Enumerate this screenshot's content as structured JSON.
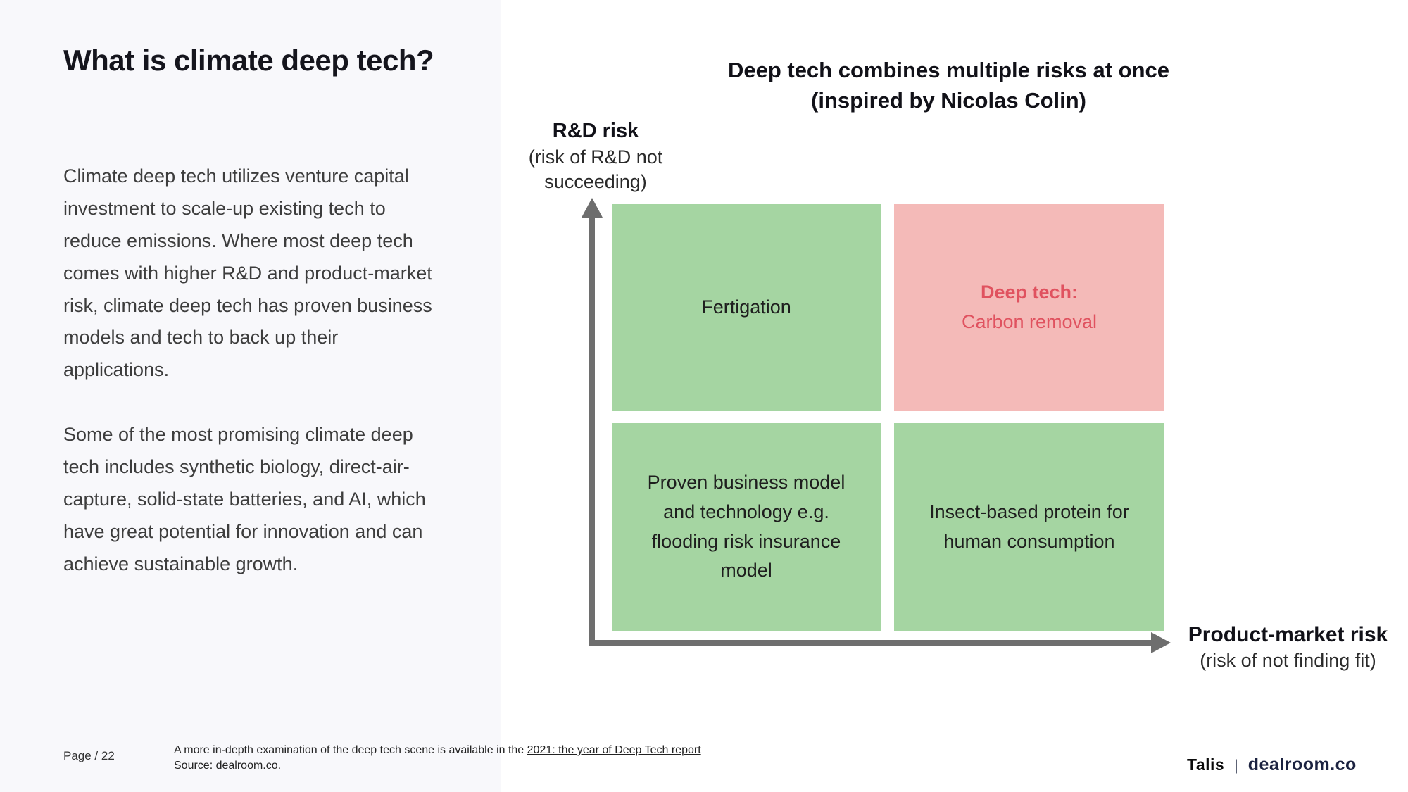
{
  "left_panel": {
    "title": "What is climate deep tech?",
    "paragraph1": "Climate deep tech utilizes venture capital investment to scale-up existing tech to reduce emissions. Where most deep tech comes with higher R&D and product-market risk, climate deep tech has proven business models and tech to back up their applications.",
    "paragraph2": "Some of the most promising climate deep tech includes synthetic biology, direct-air-capture, solid-state batteries, and AI, which have great potential for innovation and can achieve sustainable growth."
  },
  "chart": {
    "title_line1": "Deep tech combines multiple risks at once",
    "title_line2": "(inspired by Nicolas Colin)",
    "y_axis": {
      "label": "R&D risk",
      "sublabel": "(risk of R&D not succeeding)"
    },
    "x_axis": {
      "label": "Product-market risk",
      "sublabel": "(risk of not finding fit)"
    },
    "quadrants": {
      "top_left": {
        "text": "Fertigation",
        "color_type": "green"
      },
      "top_right": {
        "label": "Deep tech:",
        "text": "Carbon removal",
        "color_type": "pink"
      },
      "bottom_left": {
        "text": "Proven business model and technology e.g. flooding risk insurance model",
        "color_type": "green"
      },
      "bottom_right": {
        "text": "Insect-based protein for human consumption",
        "color_type": "green"
      }
    },
    "colors": {
      "quadrant_green": "#a5d5a2",
      "quadrant_pink": "#f4bab8",
      "highlight_red_text": "#e0525f",
      "axis_gray": "#6e6e6e"
    }
  },
  "footer": {
    "page_label": "Page / 22",
    "note_prefix": "A more in-depth examination of the deep tech scene is available in the ",
    "note_link": "2021: the year of Deep Tech report",
    "source_line": "Source: dealroom.co.",
    "brand_left": "Talis",
    "brand_separator": "|",
    "brand_right": "dealroom.co"
  }
}
